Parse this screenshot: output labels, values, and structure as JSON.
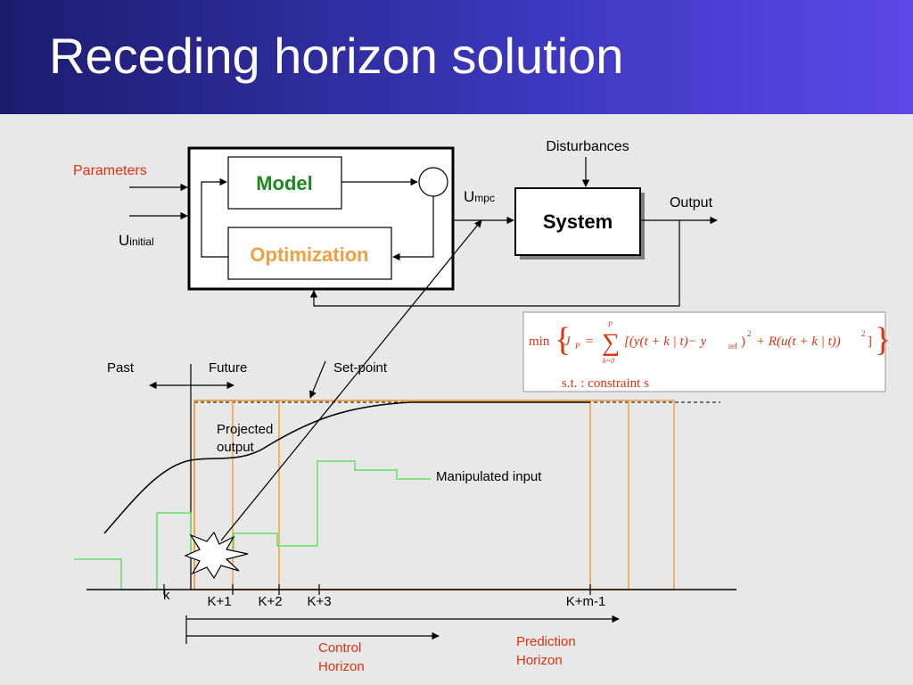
{
  "slide": {
    "title": "Receding horizon solution"
  },
  "block_diagram": {
    "parameters_label": "Parameters",
    "u_initial_main": "U",
    "u_initial_sub": "initial",
    "model_label": "Model",
    "optimization_label": "Optimization",
    "u_mpc_main": "U",
    "u_mpc_sub": "mpc",
    "system_label": "System",
    "disturbances_label": "Disturbances",
    "output_label": "Output"
  },
  "formula": {
    "min": "min",
    "j": "J",
    "j_sub": "P",
    "eq": "=",
    "sum_top": "P",
    "sum_bottom": "k=0",
    "body": "[(y(t + k | t)− y",
    "ref": "ref",
    "mid": ")",
    "sq1": "2",
    "plus_r": "+ R(u(t + k | t))",
    "sq2": "2",
    "close": "]",
    "constraint": "s.t. : constraint s"
  },
  "timeline": {
    "past": "Past",
    "future": "Future",
    "set_point": "Set-point",
    "projected_output_line1": "Projected",
    "projected_output_line2": "output",
    "manipulated_input": "Manipulated input",
    "ticks": [
      "k",
      "K+1",
      "K+2",
      "K+3",
      "K+m-1"
    ],
    "control_horizon_line1": "Control",
    "control_horizon_line2": "Horizon",
    "prediction_horizon_line1": "Prediction",
    "prediction_horizon_line2": "Horizon"
  },
  "colors": {
    "model_text": "#1a8a1a",
    "optimization_text": "#f0a040",
    "parameters_text": "#e03010",
    "horizon_text": "#e03010",
    "orange_box": "#f0a040",
    "input_signal": "#66e066",
    "header_start": "#1c1c6e",
    "header_end": "#5a48e8"
  }
}
